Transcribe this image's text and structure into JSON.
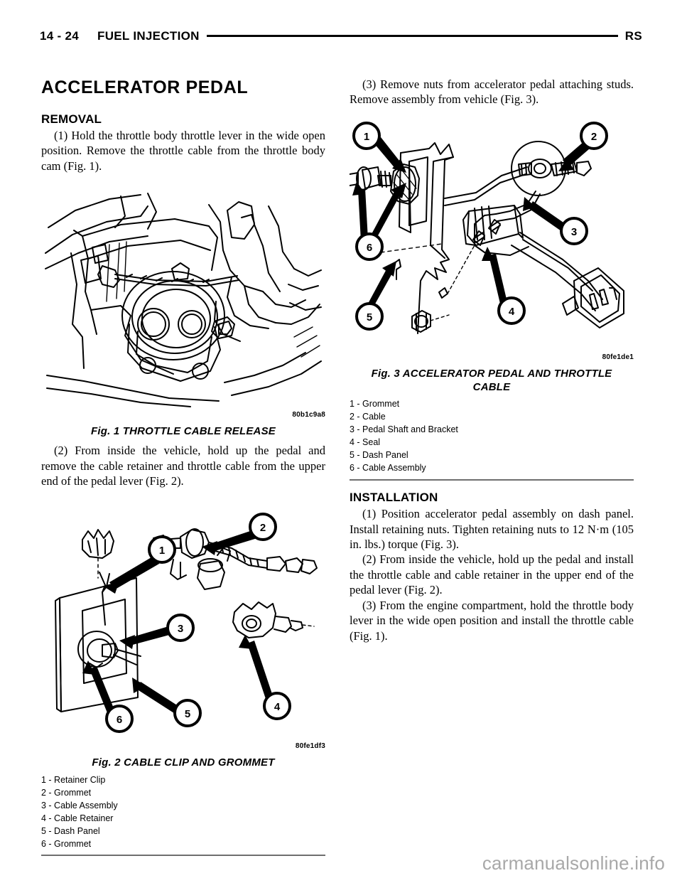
{
  "header": {
    "page_number": "14 - 24",
    "section": "FUEL INJECTION",
    "manual_code": "RS"
  },
  "title": "ACCELERATOR PEDAL",
  "left_column": {
    "removal_heading": "REMOVAL",
    "step_1": "(1) Hold the throttle body throttle lever in the wide open position. Remove the throttle cable from the throttle body cam (Fig. 1).",
    "step_2": "(2) From inside the vehicle, hold up the pedal and remove the cable retainer and throttle cable from the upper end of the pedal lever (Fig. 2)."
  },
  "right_column": {
    "step_3": "(3) Remove nuts from accelerator pedal attaching studs. Remove assembly from vehicle (Fig. 3).",
    "installation_heading": "INSTALLATION",
    "install_1": "(1) Position accelerator pedal assembly on dash panel. Install retaining nuts. Tighten retaining nuts to 12 N·m (105 in. lbs.) torque (Fig. 3).",
    "install_2": "(2) From inside the vehicle, hold up the pedal and install the throttle cable and cable retainer in the upper end of the pedal lever (Fig. 2).",
    "install_3": "(3) From the engine compartment, hold the throttle body lever in the wide open position and install the throttle cable (Fig. 1)."
  },
  "figures": {
    "fig1": {
      "image_id": "80b1c9a8",
      "caption": "Fig. 1 THROTTLE CABLE RELEASE",
      "alt": "Line drawing of a hand releasing the throttle cable from the throttle body cam"
    },
    "fig2": {
      "image_id": "80fe1df3",
      "caption": "Fig. 2 CABLE CLIP AND GROMMET",
      "callouts": [
        "1",
        "2",
        "3",
        "4",
        "5",
        "6"
      ],
      "legend": [
        "1 - Retainer Clip",
        "2 - Grommet",
        "3 - Cable Assembly",
        "4 - Cable Retainer",
        "5 - Dash Panel",
        "6 - Grommet"
      ]
    },
    "fig3": {
      "image_id": "80fe1de1",
      "caption_line1": "Fig. 3 ACCELERATOR PEDAL AND THROTTLE",
      "caption_line2": "CABLE",
      "callouts": [
        "1",
        "2",
        "3",
        "4",
        "5",
        "6"
      ],
      "legend": [
        "1 - Grommet",
        "2 - Cable",
        "3 - Pedal Shaft and Bracket",
        "4 - Seal",
        "5 - Dash Panel",
        "6 - Cable Assembly"
      ]
    }
  },
  "watermark": "carmanualsonline.info"
}
